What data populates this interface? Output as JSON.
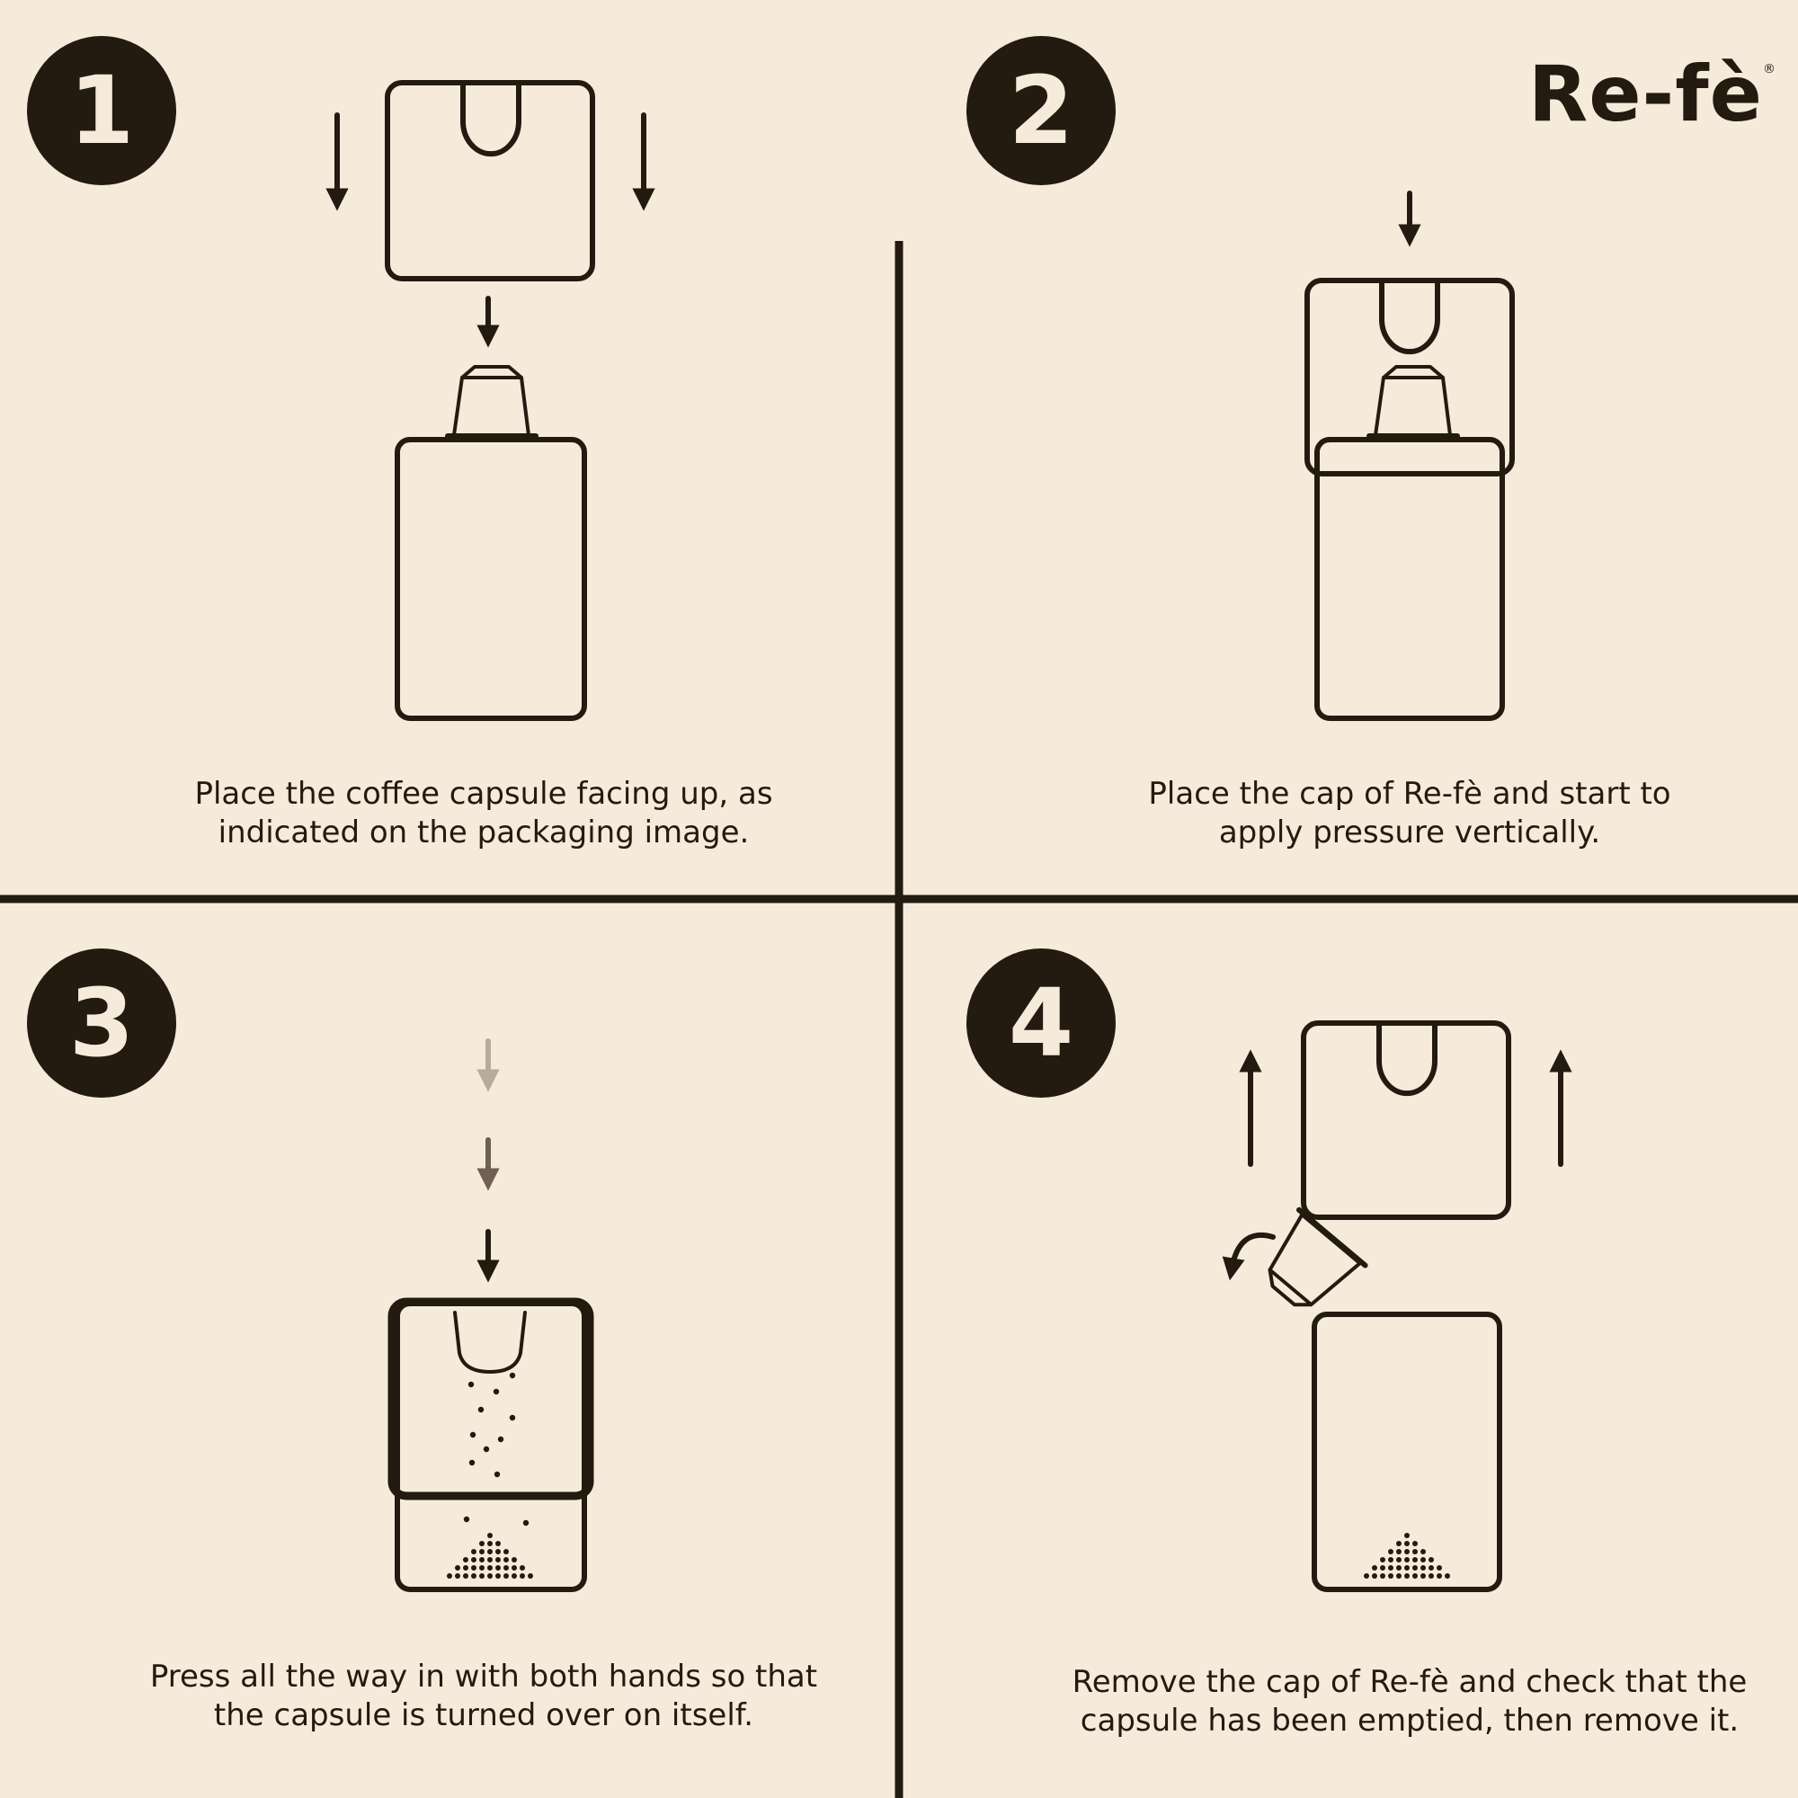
{
  "brand": {
    "logo_text": "Re-fè",
    "registered_mark": "®"
  },
  "colors": {
    "background": "#f6eadb",
    "ink": "#231a10",
    "arrow_faded_light": "#b9ab9b",
    "arrow_faded_mid": "#6e6052"
  },
  "steps": [
    {
      "number": "1",
      "caption_line1": "Place the coffee capsule facing up, as",
      "caption_line2": "indicated on the packaging image."
    },
    {
      "number": "2",
      "caption_line1": "Place the cap of Re-fè and start to",
      "caption_line2": "apply pressure vertically."
    },
    {
      "number": "3",
      "caption_line1": "Press all the way in with both hands so that",
      "caption_line2": "the capsule is turned over on itself."
    },
    {
      "number": "4",
      "caption_line1": "Remove the cap of Re-fè and check that the",
      "caption_line2": "capsule has been emptied, then remove it."
    }
  ]
}
